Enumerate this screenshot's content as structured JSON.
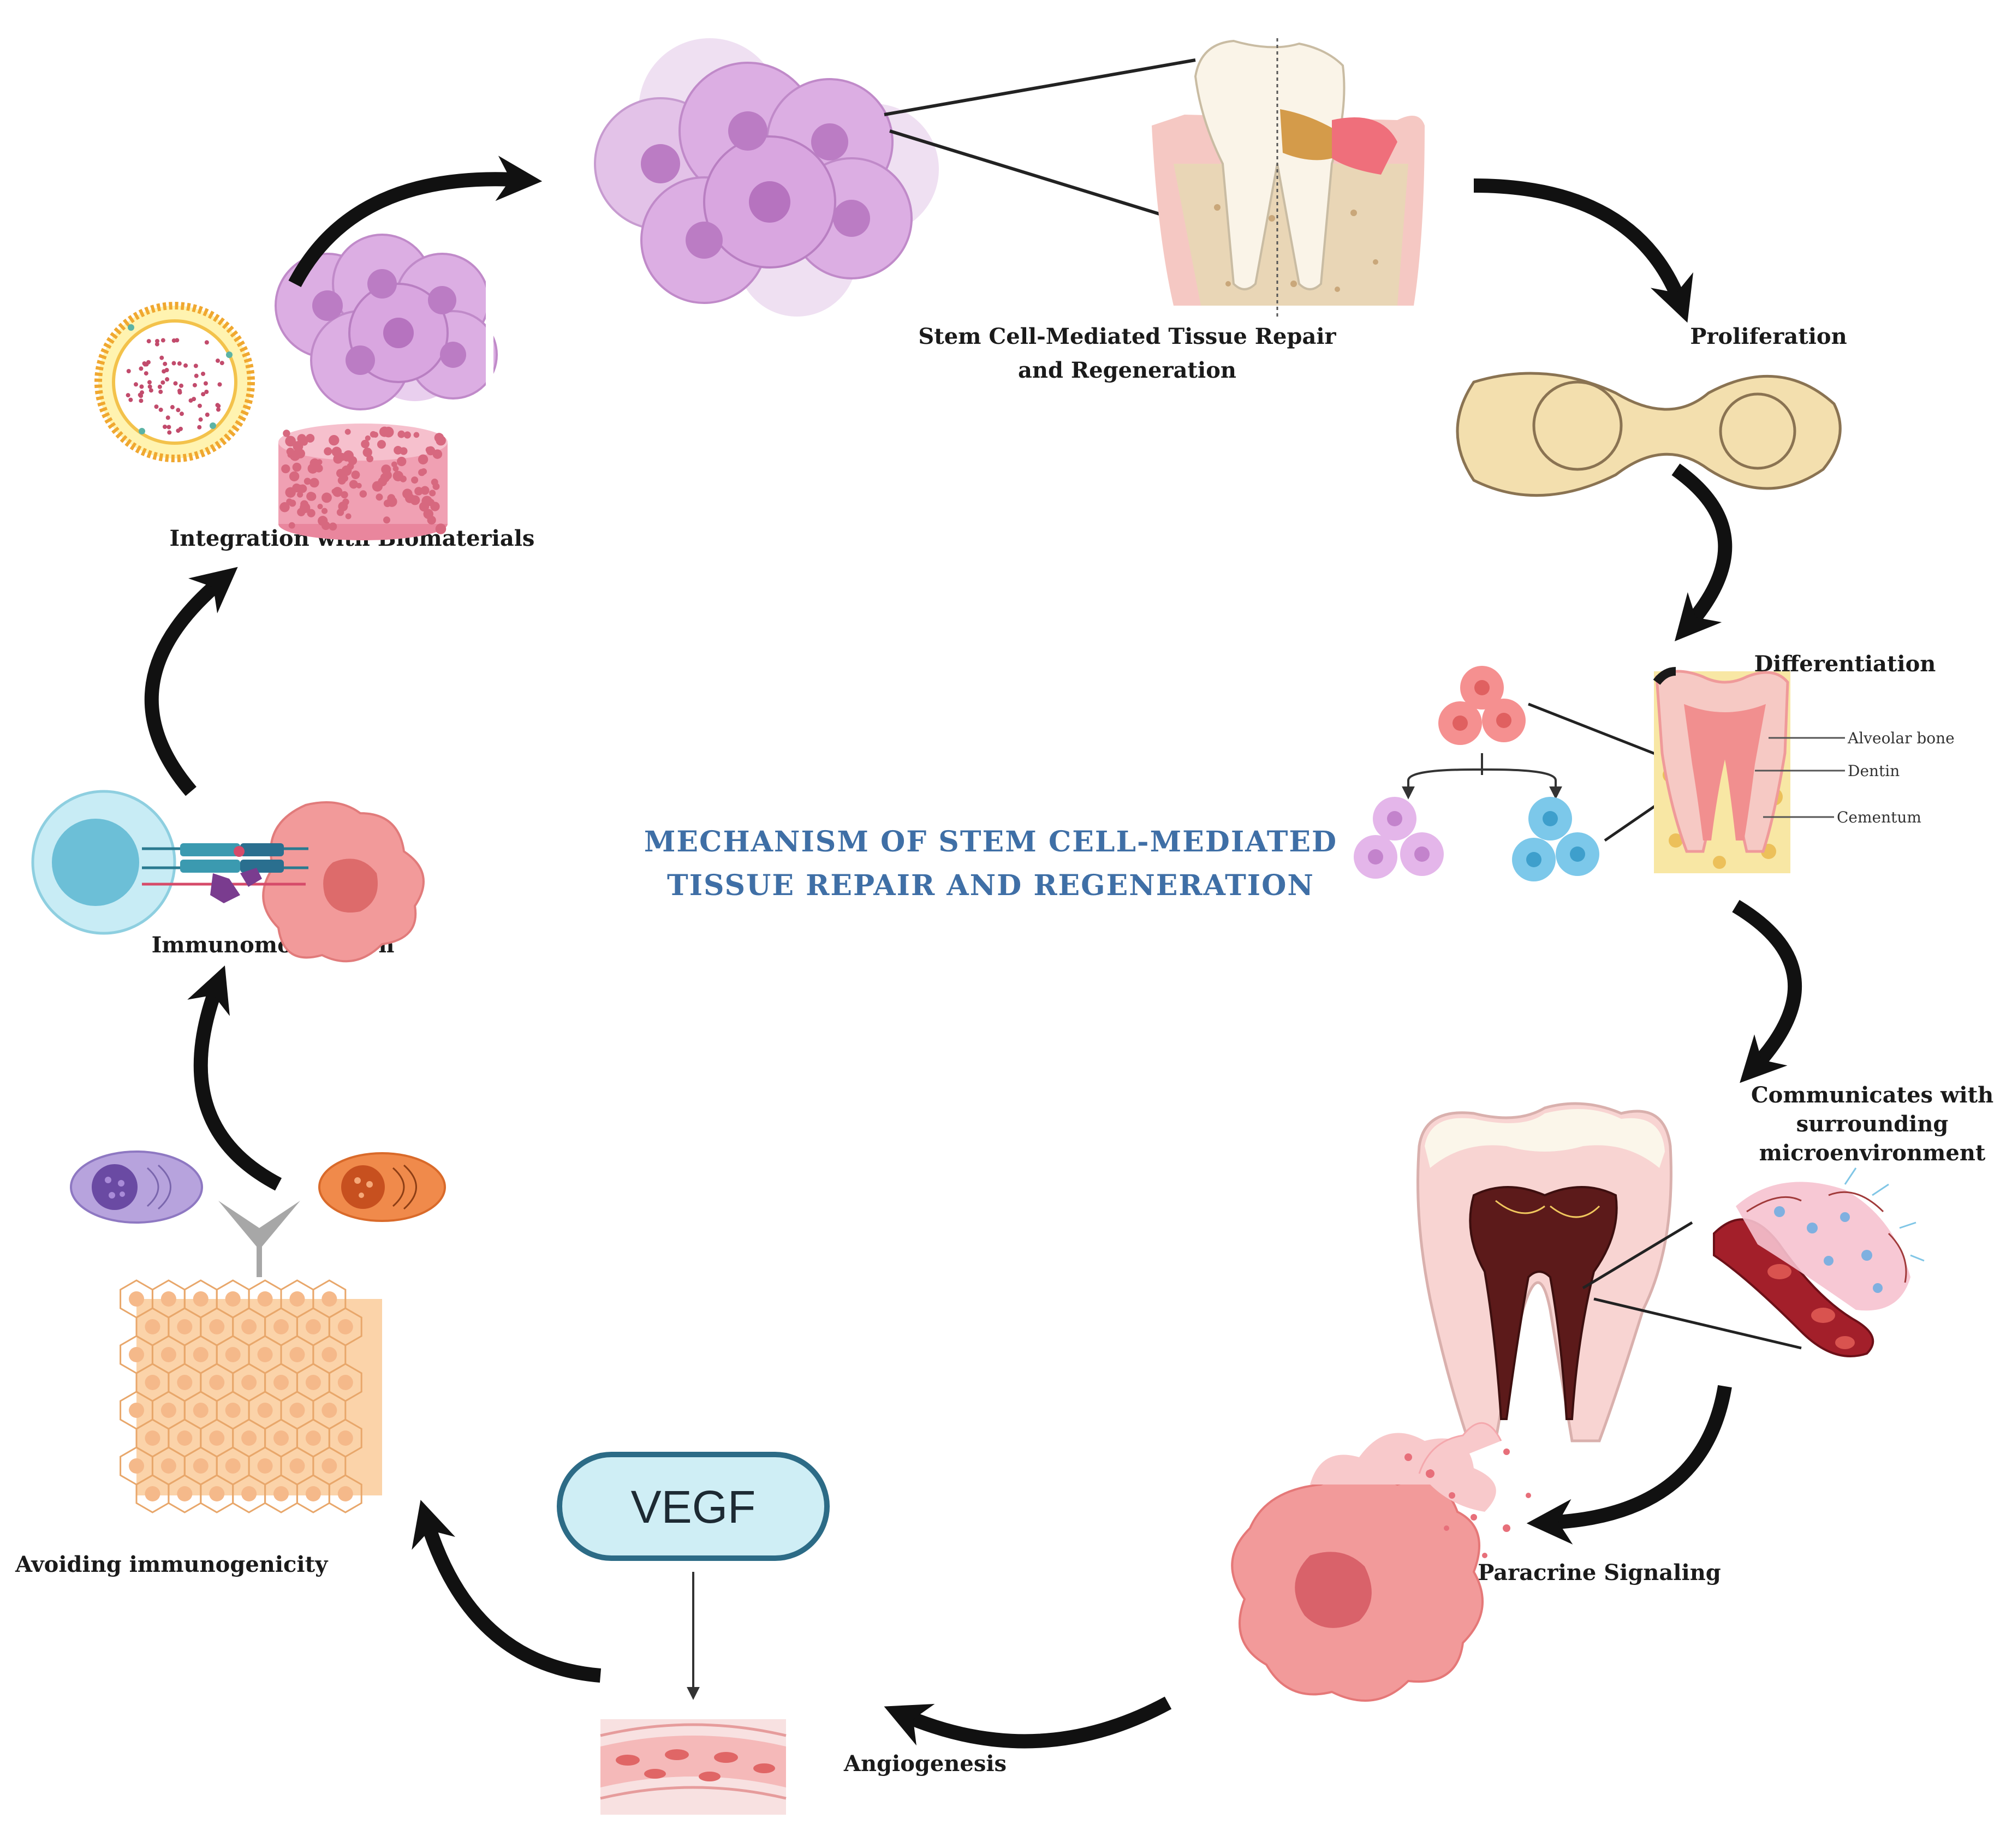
{
  "title_lines": [
    "MECHANISM OF STEM CELL-MEDIATED",
    "TISSUE REPAIR AND REGENERATION"
  ],
  "labels": {
    "stem_cell_line1": "Stem Cell-Mediated Tissue Repair",
    "stem_cell_line2": "and Regeneration",
    "proliferation": "Proliferation",
    "differentiation": "Differentiation",
    "alveolar_bone": "Alveolar bone",
    "dentin": "Dentin",
    "cementum": "Cementum",
    "communicates_line1": "Communicates with",
    "communicates_line2": "surrounding",
    "communicates_line3": "microenvironment",
    "paracrine": "Paracrine Signaling",
    "angiogenesis": "Angiogenesis",
    "vegf": "VEGF",
    "avoiding": "Avoiding immunogenicity",
    "immunomodulation": "Immunomodulation",
    "integration": "Integration with Biomaterials"
  },
  "colors": {
    "title": "#3f6fa6",
    "arrow": "#111111",
    "stem_cell": "#d9a6e0",
    "proliferation_cell": "#f3dfae",
    "paracrine_cell": "#f29a9a",
    "vegf_fill": "#cfeef5"
  },
  "icons": [
    "stem-cell-cluster-icon",
    "tooth-cross-section-icon",
    "dividing-cell-icon",
    "differentiating-cells-icon",
    "molar-root-icon",
    "blood-vessel-icon",
    "paracrine-cell-icon",
    "vessel-tissue-icon",
    "hexagonal-tissue-icon",
    "immune-synapse-icon",
    "liposome-icon",
    "scaffold-icon"
  ]
}
